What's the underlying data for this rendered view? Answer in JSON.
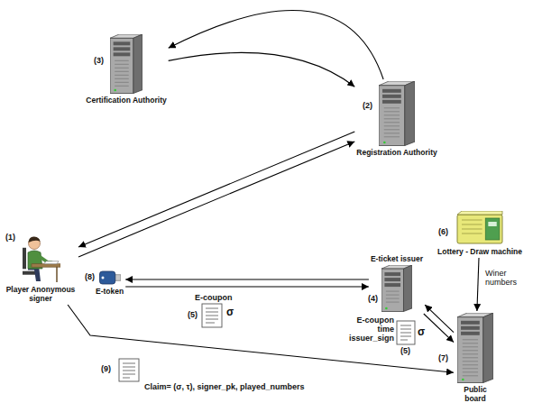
{
  "diagram": {
    "nodes": [
      {
        "text": [
          "Certification Authority"
        ]
      },
      {
        "text": [
          "Registration Authority"
        ]
      },
      {
        "text": [
          "Player Anonymous signer"
        ]
      },
      {
        "text": [
          "E-token"
        ]
      },
      {
        "text": [
          "E-ticket issuer"
        ]
      },
      {
        "text": [
          "Lottery - Draw machine"
        ]
      },
      {
        "text": [
          "Public board"
        ]
      }
    ],
    "edges": [
      {
        "from": 1,
        "to": 0,
        "arrow": "to"
      },
      {
        "from": 0,
        "to": 1,
        "arrow": "to"
      },
      {
        "from": 2,
        "to": 1,
        "arrow": "to"
      },
      {
        "from": 1,
        "to": 2,
        "arrow": "to"
      },
      {
        "from": 4,
        "to": 3,
        "arrow": "to"
      },
      {
        "from": 3,
        "to": 4,
        "arrow": "to"
      },
      {
        "from": 4,
        "to": 6,
        "arrow": "to"
      },
      {
        "from": 6,
        "to": 4,
        "arrow": "to"
      },
      {
        "from": 5,
        "to": 6,
        "label": "Winer numbers",
        "arrow": "to"
      },
      {
        "from": 2,
        "to": 6,
        "arrow": "to"
      }
    ],
    "labels": [
      "(1)",
      "(2)",
      "(3)",
      "(4)",
      "(5)",
      "(5)",
      "(6)",
      "(7)",
      "(8)",
      "(9)",
      "E-coupon",
      "σ",
      "E-coupon",
      "time",
      "issuer_sign",
      "σ",
      "Claim= (σ, τ), signer_pk, played_numbers"
    ]
  }
}
